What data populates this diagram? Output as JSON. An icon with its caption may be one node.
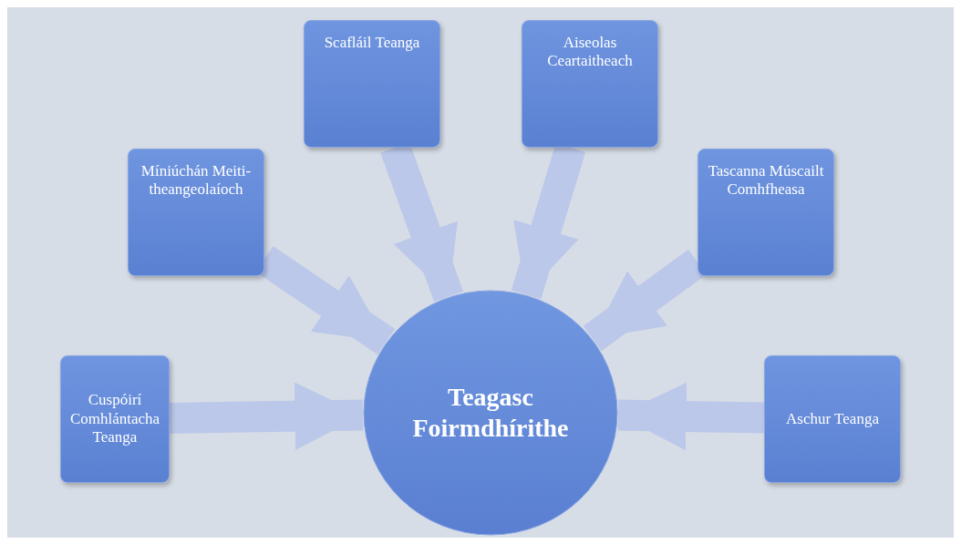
{
  "diagram": {
    "nodes": [
      {
        "text": [
          "Cuspóirí Comhlántacha Teanga"
        ]
      },
      {
        "text": [
          "Míniúchán Meiti-theangeolaíoch"
        ]
      },
      {
        "text": [
          "Scafláil Teanga"
        ]
      },
      {
        "text": [
          "Aiseolas Ceartaitheach"
        ]
      },
      {
        "text": [
          "Tascanna Múscailt Comhfheasa"
        ]
      },
      {
        "text": [
          "Aschur Teanga"
        ]
      },
      {
        "text": [
          "Teagasc Foirmdhírithe"
        ]
      }
    ],
    "edges": [
      {
        "from": 0,
        "to": 6,
        "arrow": "to"
      },
      {
        "from": 1,
        "to": 6,
        "arrow": "to"
      },
      {
        "from": 2,
        "to": 6,
        "arrow": "to"
      },
      {
        "from": 3,
        "to": 6,
        "arrow": "to"
      },
      {
        "from": 4,
        "to": 6,
        "arrow": "to"
      },
      {
        "from": 5,
        "to": 6,
        "arrow": "to"
      }
    ]
  }
}
